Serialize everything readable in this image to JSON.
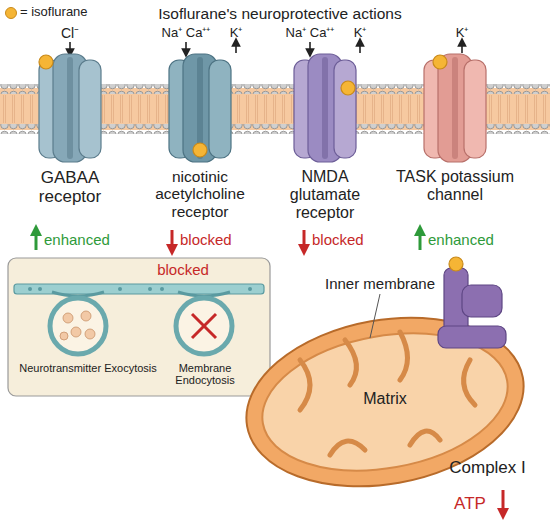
{
  "diagram": {
    "title": "Isoflurane's neuroprotective actions",
    "nodes": [
      {
        "text": [
          "GABAA receptor",
          "enhanced"
        ]
      },
      {
        "text": [
          "nicotinic acetylcholine receptor",
          "blocked"
        ]
      },
      {
        "text": [
          "NMDA glutamate receptor",
          "blocked"
        ]
      },
      {
        "text": [
          "TASK potassium channel",
          "enhanced"
        ]
      },
      {
        "text": [
          "blocked",
          "Neurotransmitter Exocytosis",
          "Membrane Endocytosis"
        ]
      },
      {
        "text": [
          "Inner membrane",
          "Matrix"
        ]
      },
      {
        "text": [
          "Complex I"
        ],
        "in": 5
      }
    ],
    "labels": [
      "Cl⁻",
      "Na⁺ Ca⁺⁺",
      "K⁺",
      "Na⁺ Ca⁺⁺",
      "K⁺",
      "K⁺",
      "ATP"
    ],
    "legend": [
      {
        "text": "= isoflurane",
        "color": "#f5b535"
      }
    ]
  }
}
